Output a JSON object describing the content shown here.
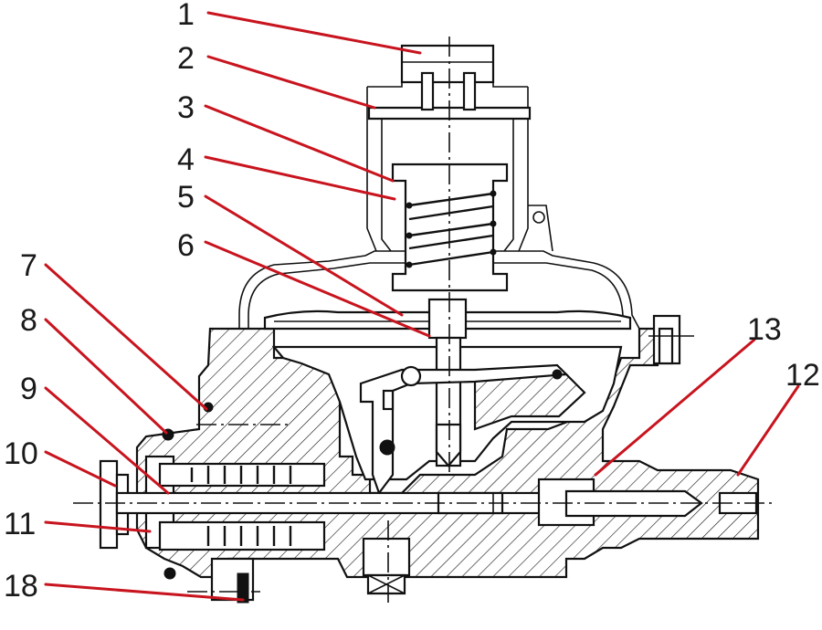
{
  "callouts": [
    {
      "id": "c1",
      "label": "1"
    },
    {
      "id": "c2",
      "label": "2"
    },
    {
      "id": "c3",
      "label": "3"
    },
    {
      "id": "c4",
      "label": "4"
    },
    {
      "id": "c5",
      "label": "5"
    },
    {
      "id": "c6",
      "label": "6"
    },
    {
      "id": "c7",
      "label": "7"
    },
    {
      "id": "c8",
      "label": "8"
    },
    {
      "id": "c9",
      "label": "9"
    },
    {
      "id": "c10",
      "label": "10"
    },
    {
      "id": "c11",
      "label": "11"
    },
    {
      "id": "c12",
      "label": "12"
    },
    {
      "id": "c13",
      "label": "13"
    },
    {
      "id": "c18",
      "label": "18"
    }
  ],
  "colors": {
    "leader": "#c8141e",
    "outline": "#111111",
    "background": "#ffffff"
  }
}
